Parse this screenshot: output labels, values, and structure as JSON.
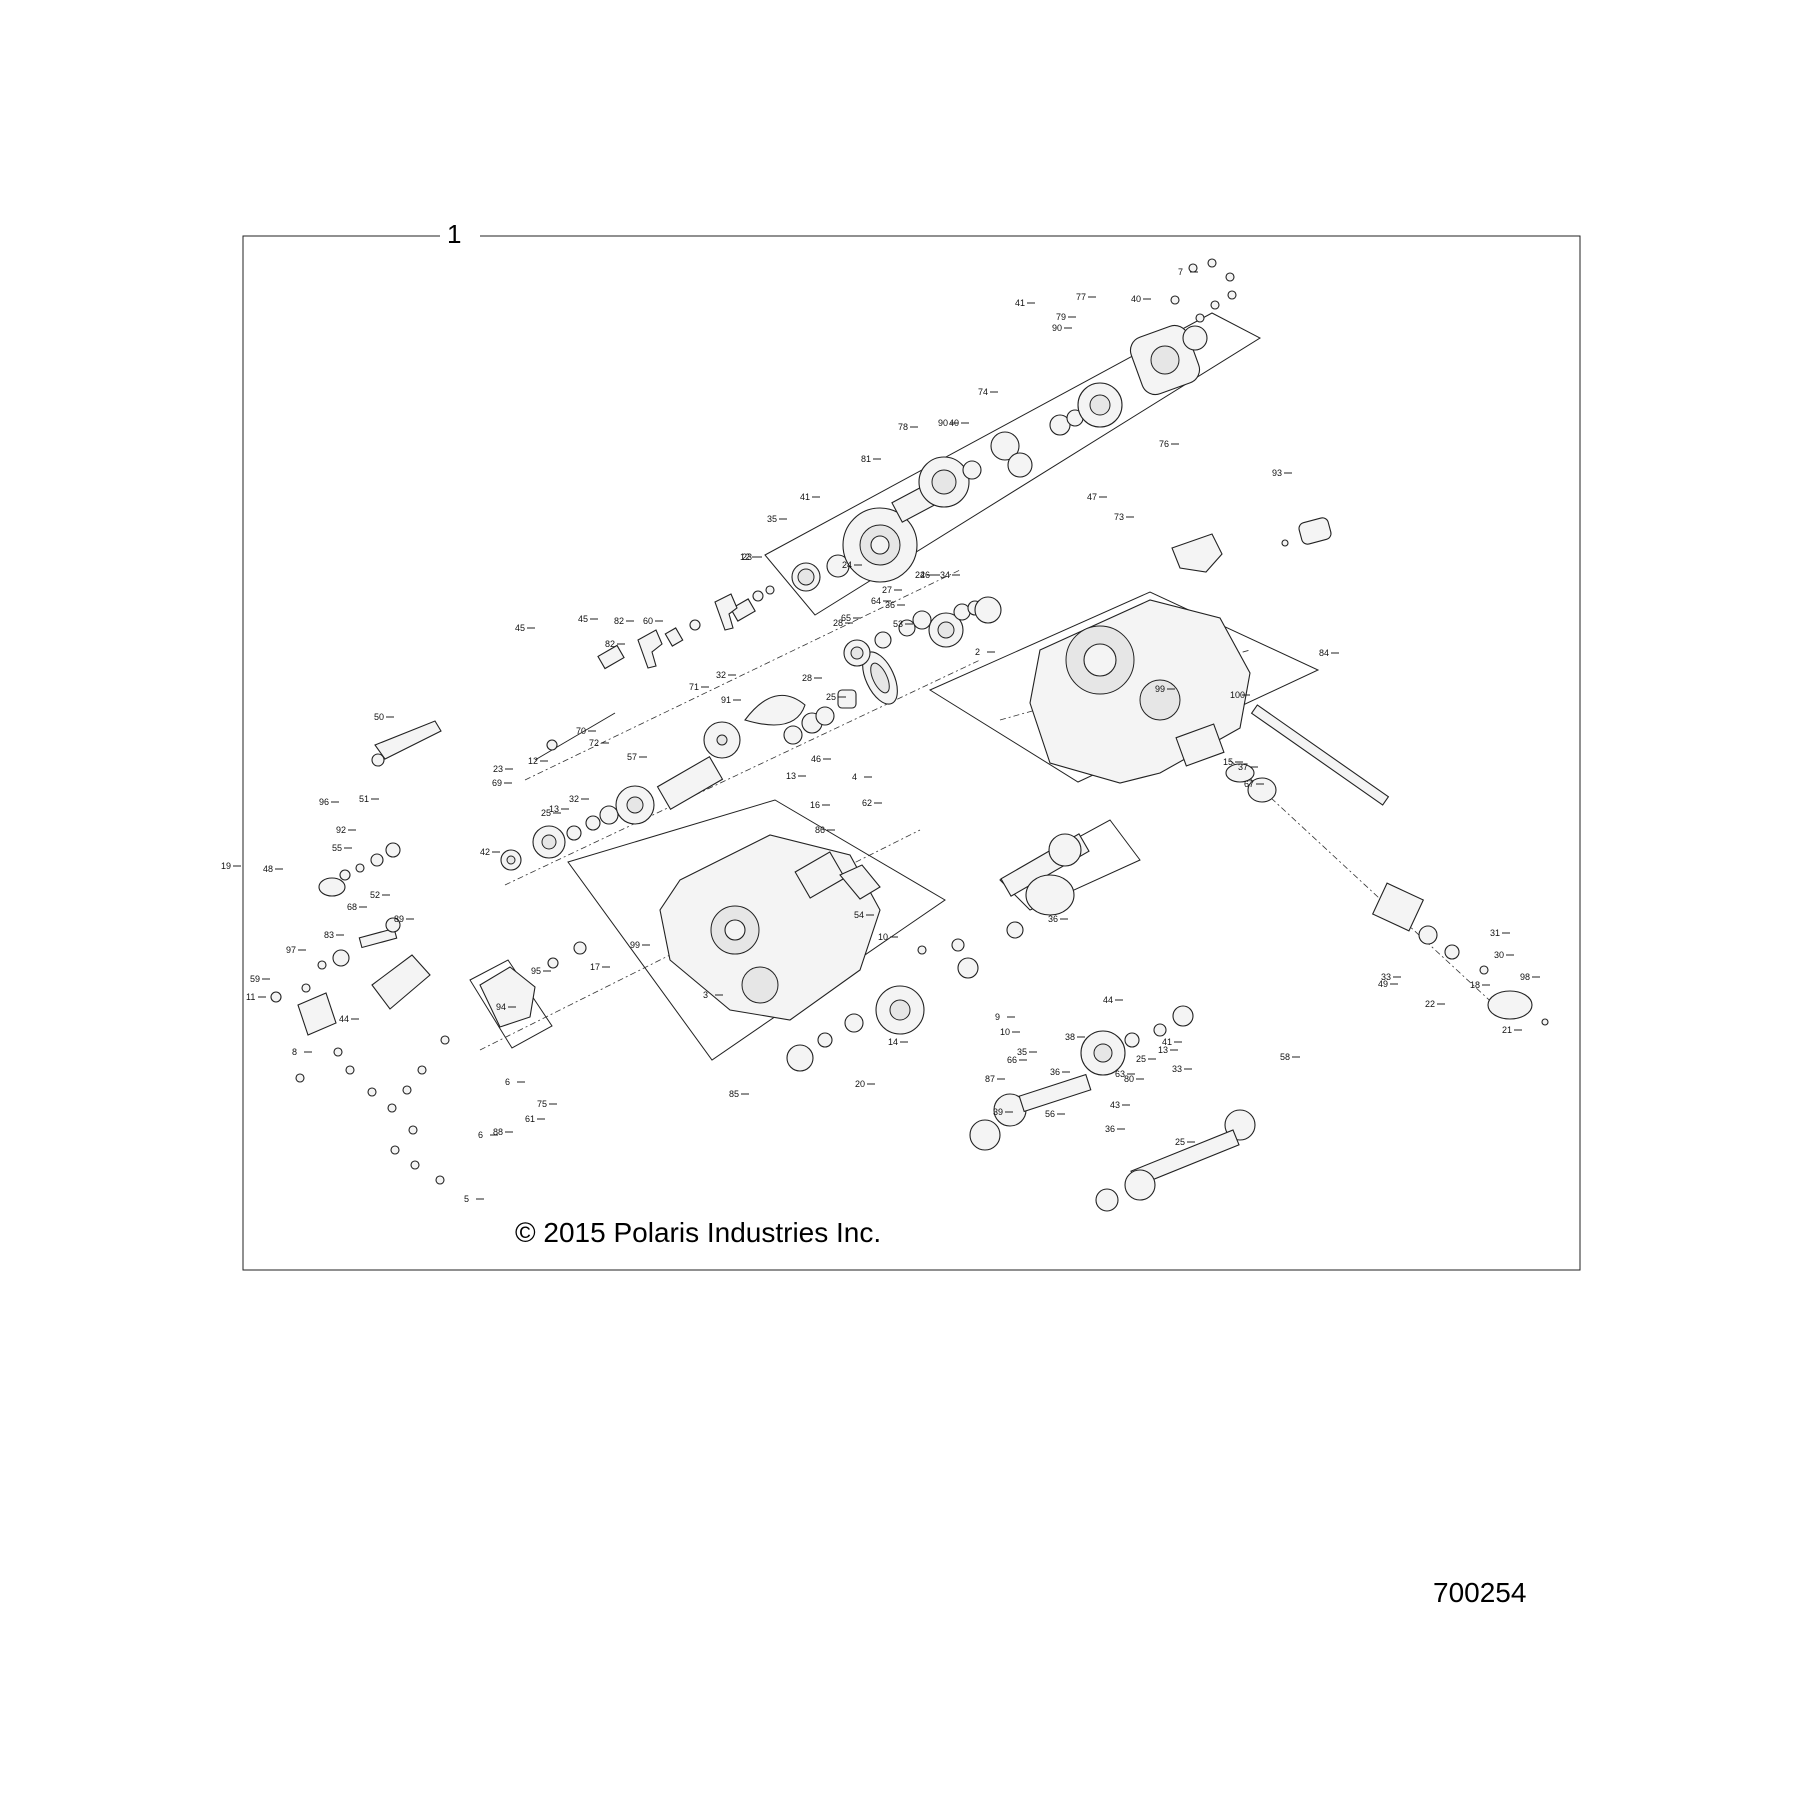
{
  "assembly_label": "1",
  "copyright": "© 2015 Polaris Industries Inc.",
  "diagram_id": "700254",
  "callouts": [
    "2",
    "3",
    "4",
    "5",
    "6",
    "6",
    "7",
    "8",
    "9",
    "10",
    "10",
    "11",
    "12",
    "12",
    "13",
    "13",
    "13",
    "14",
    "15",
    "16",
    "17",
    "18",
    "19",
    "20",
    "21",
    "22",
    "23",
    "23",
    "24",
    "24",
    "25",
    "25",
    "25",
    "25",
    "26",
    "27",
    "28",
    "28",
    "30",
    "31",
    "32",
    "32",
    "33",
    "33",
    "34",
    "35",
    "35",
    "36",
    "36",
    "36",
    "36",
    "37",
    "38",
    "39",
    "40",
    "40",
    "41",
    "41",
    "41",
    "42",
    "43",
    "44",
    "44",
    "45",
    "45",
    "46",
    "47",
    "48",
    "49",
    "50",
    "51",
    "52",
    "53",
    "54",
    "55",
    "56",
    "57",
    "58",
    "59",
    "60",
    "61",
    "62",
    "63",
    "64",
    "65",
    "66",
    "67",
    "68",
    "69",
    "70",
    "71",
    "72",
    "73",
    "74",
    "75",
    "76",
    "77",
    "78",
    "79",
    "80",
    "81",
    "82",
    "82",
    "83",
    "84",
    "85",
    "86",
    "87",
    "88",
    "89",
    "90",
    "90",
    "91",
    "92",
    "93",
    "94",
    "95",
    "96",
    "97",
    "98",
    "99",
    "99",
    "100"
  ]
}
